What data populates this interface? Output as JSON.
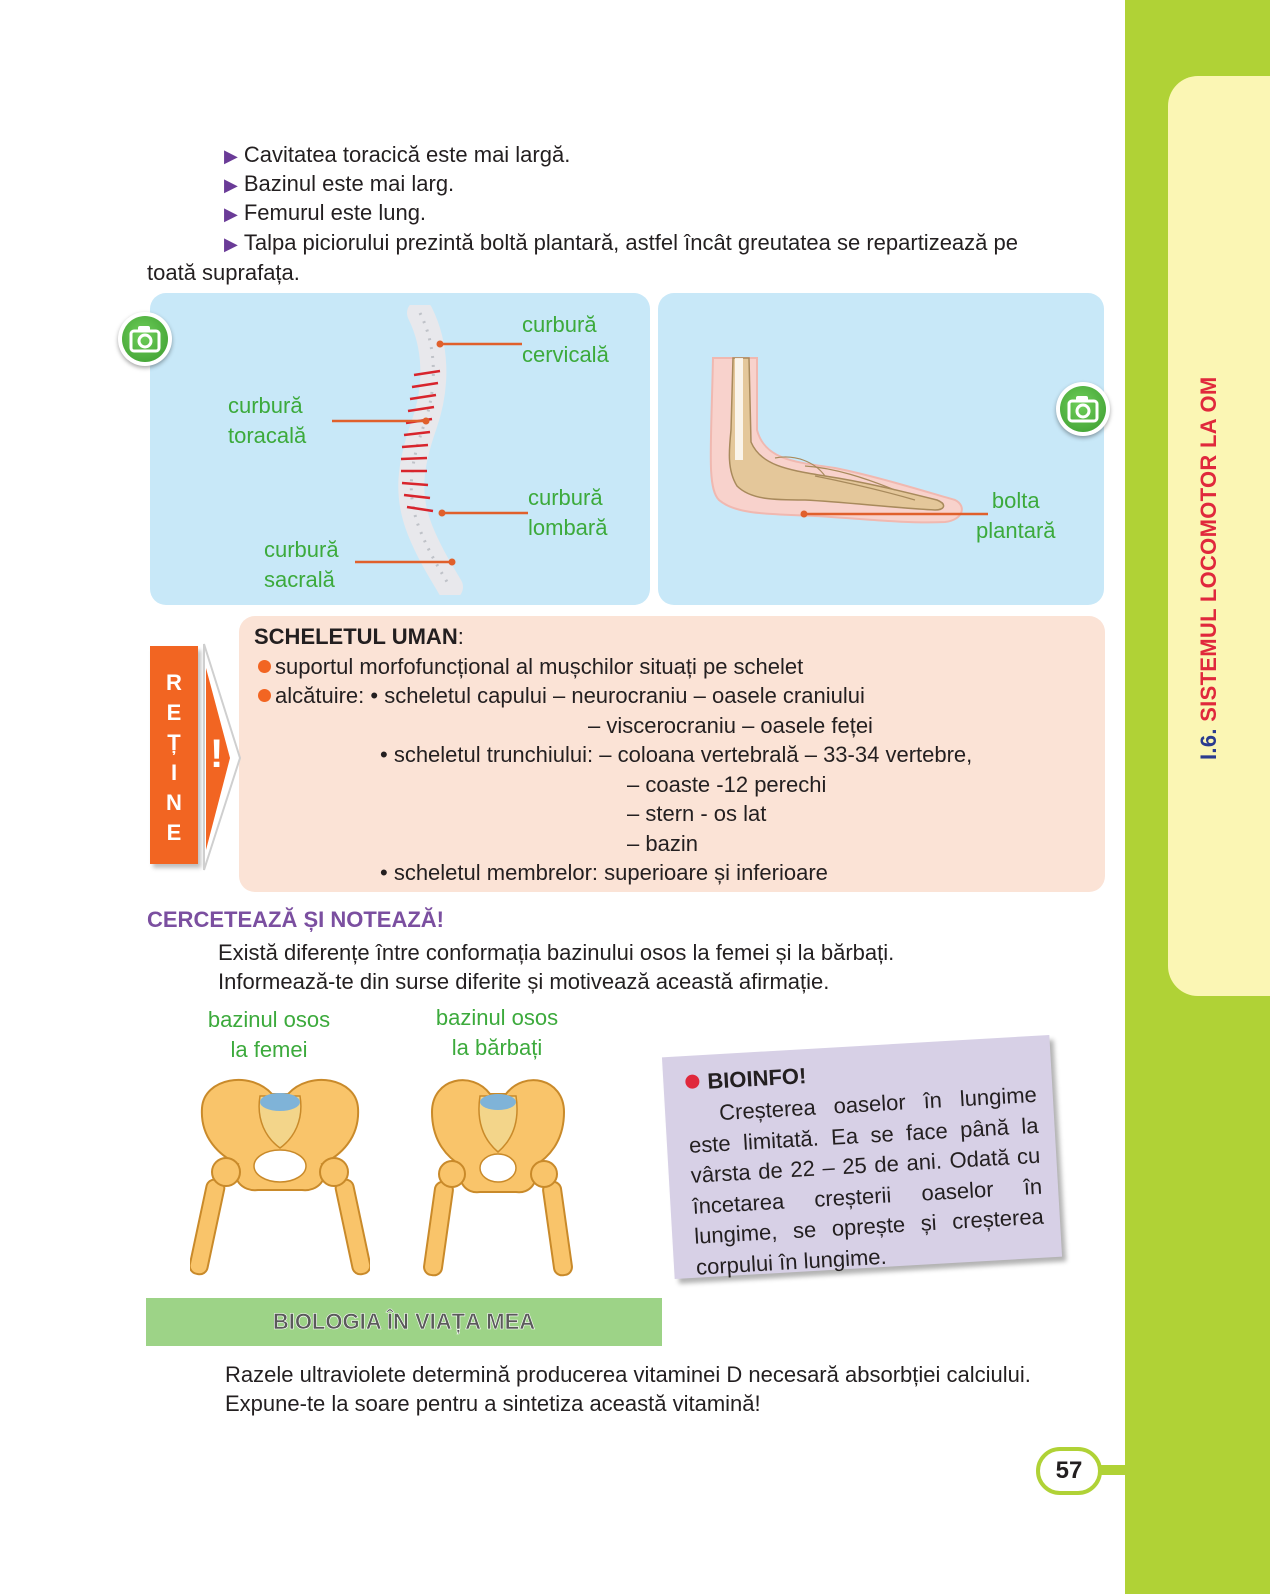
{
  "intro": {
    "bullets": [
      "Cavitatea toracică este mai largă.",
      "Bazinul este mai larg.",
      "Femurul este lung.",
      "Talpa piciorului prezintă boltă plantară, astfel încât greutatea se repartizează pe"
    ],
    "continuation": "toată suprafața."
  },
  "figures": {
    "spine_labels": {
      "cervical": [
        "curbură",
        "cervicală"
      ],
      "thoracic": [
        "curbură",
        "toracală"
      ],
      "lumbar": [
        "curbură",
        "lombară"
      ],
      "sacral": [
        "curbură",
        "sacrală"
      ]
    },
    "foot_label": [
      "bolta",
      "plantară"
    ]
  },
  "retine": {
    "letters": [
      "R",
      "E",
      "Ț",
      "I",
      "N",
      "E"
    ],
    "exclamation": "!",
    "title": "SCHELETUL UMAN",
    "title_colon": ":",
    "line1": "suportul morfofuncțional al mușchilor situați pe schelet",
    "line2_label": "alcătuire:",
    "line2_text": "• scheletul capului – neurocraniu – oasele craniului",
    "line3": "– viscerocraniu – oasele feței",
    "line4": "• scheletul trunchiului: – coloana vertebrală – 33-34 vertebre,",
    "line5": "– coaste -12 perechi",
    "line6": "– stern - os lat",
    "line7": "– bazin",
    "line8": "• scheletul membrelor: superioare și inferioare"
  },
  "cerceteaza": {
    "title": "CERCETEAZĂ ȘI NOTEAZĂ!",
    "line1": "Există diferențe între conformația bazinului osos la femei și la bărbați.",
    "line2": "Informează-te din surse diferite și motivează această afirmație."
  },
  "pelvis": {
    "female": [
      "bazinul osos",
      "la femei"
    ],
    "male": [
      "bazinul osos",
      "la bărbați"
    ]
  },
  "bioinfo": {
    "title": "BIOINFO!",
    "text": "Creșterea oaselor în lungime este limitată. Ea se face până la vârsta de 22 – 25 de ani. Odată cu încetarea creșterii oaselor în lungime, se oprește și creșterea corpului în lungime."
  },
  "biologia": {
    "title": "BIOLOGIA ÎN VIAȚA MEA",
    "line1": "Razele ultraviolete determină producerea vitaminei D necesară absorbției calciului.",
    "line2": "Expune-te la soare pentru a sintetiza această vitamină!"
  },
  "sidebar": {
    "chapter_number": "I.6.",
    "chapter_title": "SISTEMUL LOCOMOTOR LA OM"
  },
  "page_number": "57",
  "colors": {
    "sidebar_green": "#b0d236",
    "sidebar_tab": "#fbf6b4",
    "label_green": "#3caa3c",
    "purple": "#7b4fa0",
    "orange": "#f26522",
    "red": "#e0283c",
    "panel_blue": "#c8e8f8",
    "retine_bg": "#fbe3d6",
    "bioinfo_bg": "#d7d0e6",
    "band_green": "#9dd387"
  }
}
